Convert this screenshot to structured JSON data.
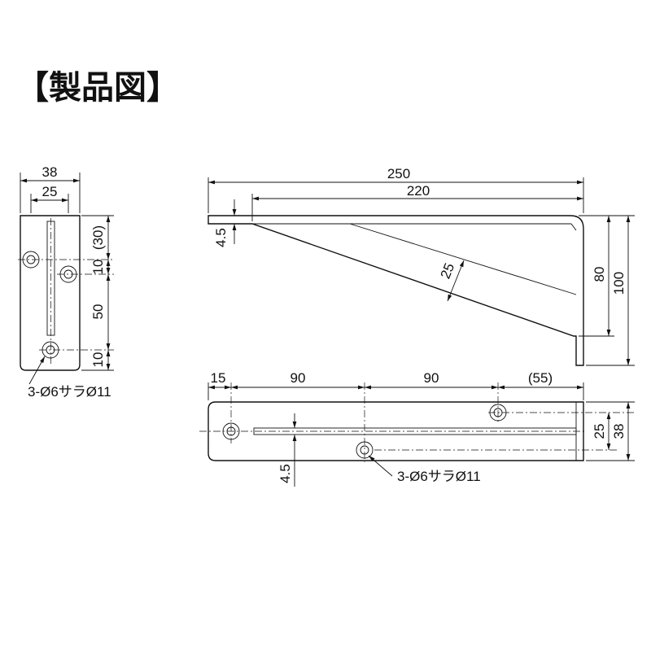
{
  "title": "【製品図】",
  "side_view": {
    "width_overall": "38",
    "width_slot": "25",
    "pitch_top": "(30)",
    "pitch_a": "10",
    "pitch_b": "50",
    "pitch_c": "10",
    "hole_note": "3-Ø6サラØ11"
  },
  "front_view": {
    "length_overall": "250",
    "length_inner": "220",
    "thickness": "4.5",
    "rib_width": "25",
    "height_inner": "80",
    "height_overall": "100"
  },
  "top_view": {
    "offset_first": "15",
    "pitch_1": "90",
    "pitch_2": "90",
    "offset_last": "(55)",
    "width_inner": "25",
    "width_overall": "38",
    "thickness": "4.5",
    "hole_note": "3-Ø6サラØ11"
  },
  "colors": {
    "line": "#111111",
    "background": "#ffffff"
  }
}
